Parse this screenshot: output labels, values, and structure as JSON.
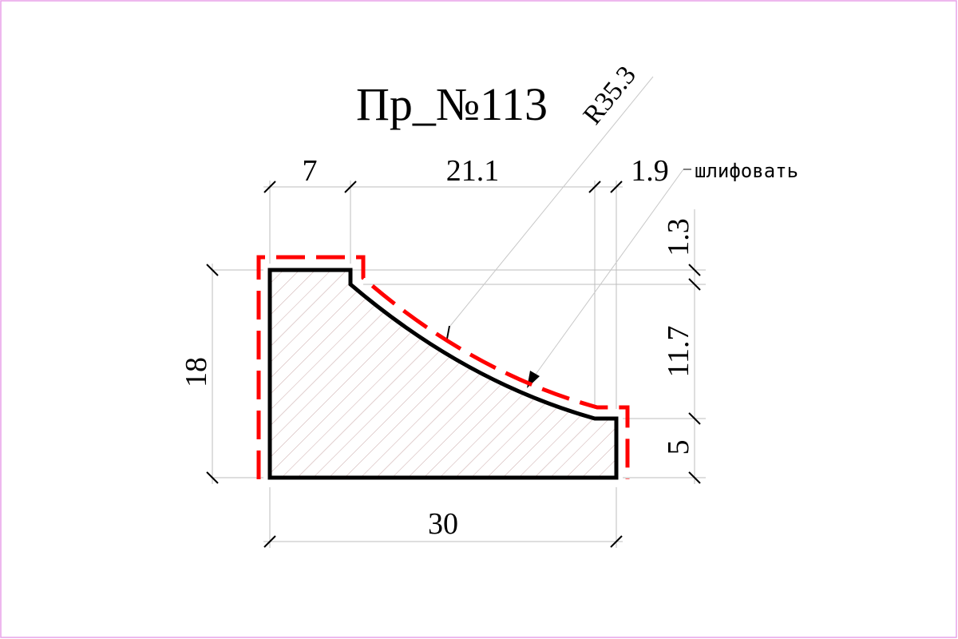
{
  "title": "Пр_№113",
  "note": "шлифовать",
  "radius_label": "R35.3",
  "dimensions": {
    "top_left": "7",
    "top_middle": "21.1",
    "top_right": "1.9",
    "bottom_width": "30",
    "left_height": "18",
    "right_upper": "1.3",
    "right_middle": "11.7",
    "right_lower": "5"
  },
  "colors": {
    "outline": "#000000",
    "grinding_line": "#ff0000",
    "hatch": "#c9a8a8",
    "frame": "#e8a0e8",
    "dimension_line": "#bcbcbc"
  }
}
